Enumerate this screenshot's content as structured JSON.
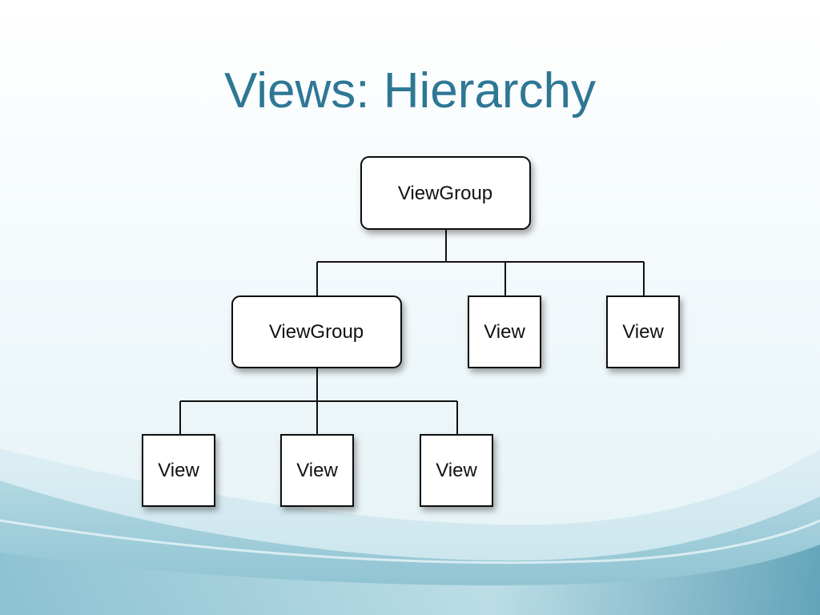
{
  "slide": {
    "title": "Views: Hierarchy"
  },
  "diagram": {
    "root": {
      "label": "ViewGroup"
    },
    "level1": [
      {
        "label": "ViewGroup"
      },
      {
        "label": "View"
      },
      {
        "label": "View"
      }
    ],
    "level2": [
      {
        "label": "View"
      },
      {
        "label": "View"
      },
      {
        "label": "View"
      }
    ]
  },
  "colors": {
    "title": "#2e7795",
    "wave_dark": "#6fb0c3",
    "wave_light": "#a9d4df"
  }
}
